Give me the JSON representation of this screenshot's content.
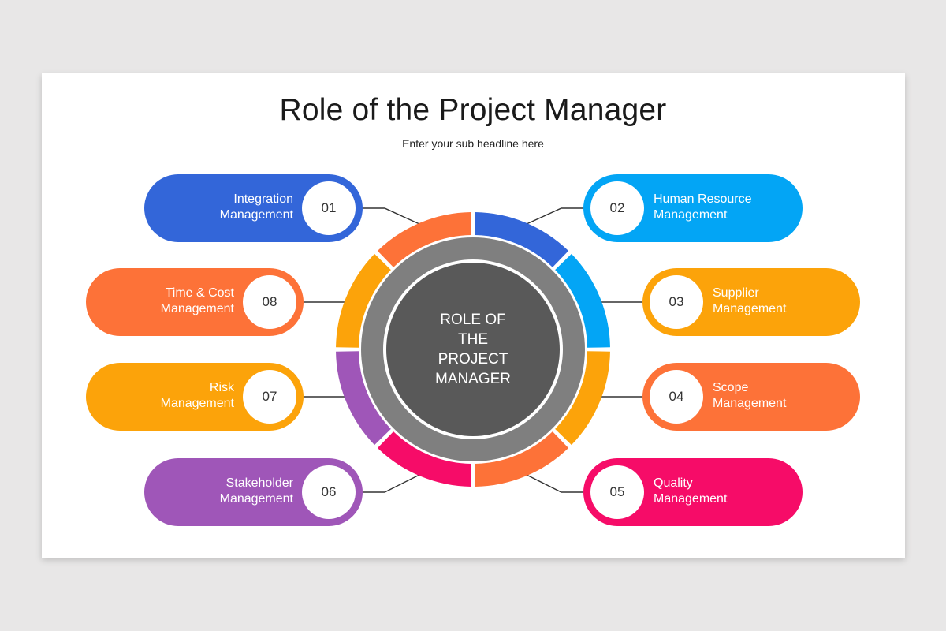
{
  "slide": {
    "title": "Role of the Project Manager",
    "subtitle": "Enter your sub headline here"
  },
  "center": {
    "label": "ROLE OF\nTHE\nPROJECT\nMANAGER",
    "colors": {
      "outer_gray": "#7f7f7f",
      "inner_dark": "#595959"
    }
  },
  "items": [
    {
      "number": "01",
      "label": "Integration\nManagement",
      "color": "#3366d9"
    },
    {
      "number": "02",
      "label": "Human Resource\nManagement",
      "color": "#03a5f5"
    },
    {
      "number": "03",
      "label": "Supplier\nManagement",
      "color": "#fca30a"
    },
    {
      "number": "04",
      "label": "Scope\nManagement",
      "color": "#fd7238"
    },
    {
      "number": "05",
      "label": "Quality\nManagement",
      "color": "#f60c68"
    },
    {
      "number": "06",
      "label": "Stakeholder\nManagement",
      "color": "#9f56b8"
    },
    {
      "number": "07",
      "label": "Risk\nManagement",
      "color": "#fca30a"
    },
    {
      "number": "08",
      "label": "Time & Cost\nManagement",
      "color": "#fd7238"
    }
  ]
}
